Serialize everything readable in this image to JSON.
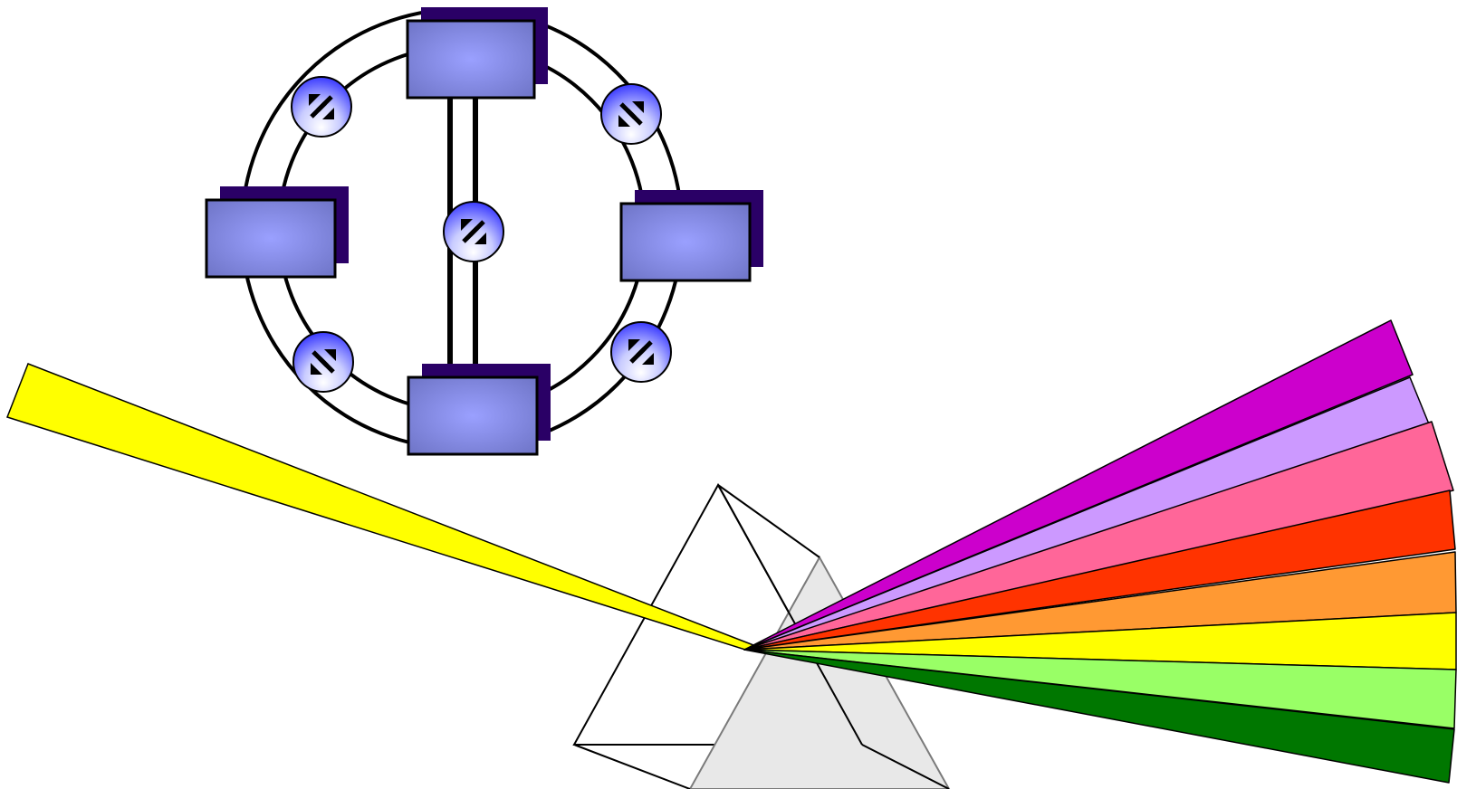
{
  "colors": {
    "background": "#ffffff",
    "node_fill_light": "#9aa0ff",
    "node_fill_dark": "#6e74c6",
    "node_shadow": "#2a0066",
    "outline": "#000000",
    "switch_fill_light": "#ffffff",
    "switch_fill_dark": "#2a2aff",
    "incident_beam": "#ffff00",
    "prism_front_fill": "#e8e8e8",
    "prism_edge": "#000000",
    "prism_front_edge": "#7a7a7a"
  },
  "network": {
    "nodes": [
      "top",
      "left",
      "right",
      "bottom"
    ],
    "switches": [
      "upper-left",
      "upper-right",
      "center",
      "lower-left",
      "lower-right"
    ],
    "switch_icon": "bidirectional-arrows-icon",
    "node_icon": "network-node-box-icon"
  },
  "prism": {
    "icon": "triangular-prism-icon",
    "incident_beam_color": "#ffff00"
  },
  "spectrum": [
    {
      "name": "violet",
      "color": "#cc00cc"
    },
    {
      "name": "lavender",
      "color": "#cc99ff"
    },
    {
      "name": "pink",
      "color": "#ff6699"
    },
    {
      "name": "red",
      "color": "#ff3300"
    },
    {
      "name": "orange",
      "color": "#ff9933"
    },
    {
      "name": "yellow",
      "color": "#ffff00"
    },
    {
      "name": "light-green",
      "color": "#99ff66"
    },
    {
      "name": "green",
      "color": "#007700"
    }
  ]
}
